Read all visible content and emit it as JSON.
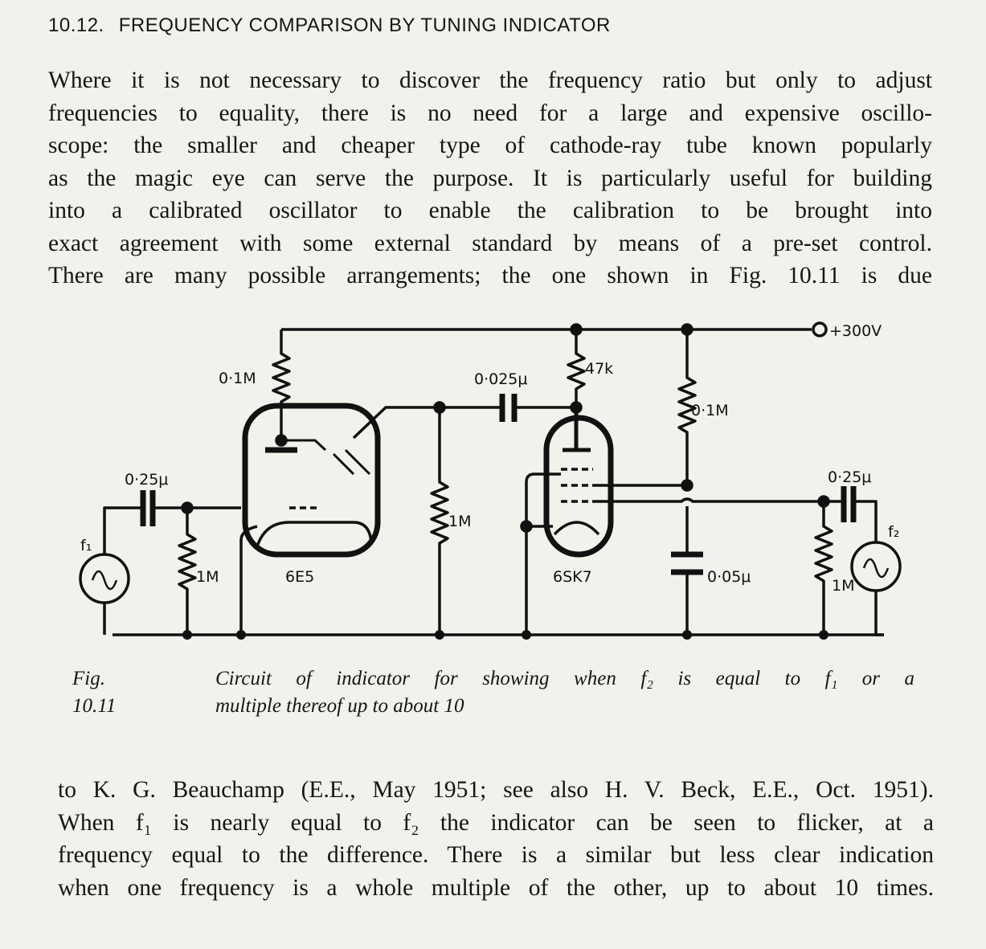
{
  "section": {
    "number": "10.12.",
    "title": "FREQUENCY COMPARISON BY TUNING INDICATOR"
  },
  "paragraph1": [
    "Where it is not necessary to discover the frequency ratio but only to adjust",
    "frequencies to equality, there is no need for a large and expensive oscillo-",
    "scope: the smaller and cheaper type of cathode-ray tube known popularly",
    "as the magic eye can serve the purpose. It is particularly useful for building",
    "into a calibrated oscillator to enable the calibration to be brought into",
    "exact agreement with some external standard by means of a pre-set control.",
    "There are many possible arrangements; the one shown in Fig. 10.11 is due"
  ],
  "figure": {
    "labels": {
      "supply": "+300V",
      "r_anode_6e5": "0·1M",
      "c_coupling": "0·025μ",
      "r_47k": "47k",
      "r_screen": "0·1M",
      "c_in_left": "0·25μ",
      "source_left": "f₁",
      "r_grid_left": "1M",
      "tube_left": "6E5",
      "r_mid": "1M",
      "tube_right": "6SK7",
      "c_bypass": "0·05μ",
      "c_in_right": "0·25μ",
      "source_right": "f₂",
      "r_grid_right": "1M"
    },
    "caption_number": "Fig. 10.11",
    "caption_lines": [
      "Circuit of indicator for showing when f₂ is equal to f₁ or a",
      "multiple thereof up to about 10"
    ]
  },
  "paragraph2": [
    "to K. G. Beauchamp (E.E., May 1951; see also H. V. Beck, E.E., Oct. 1951).",
    "When f₁ is nearly equal to f₂ the indicator can be seen to flicker, at a",
    "frequency equal to the difference. There is a similar but less clear indication",
    "when one frequency is a whole multiple of the other, up to about 10 times."
  ]
}
